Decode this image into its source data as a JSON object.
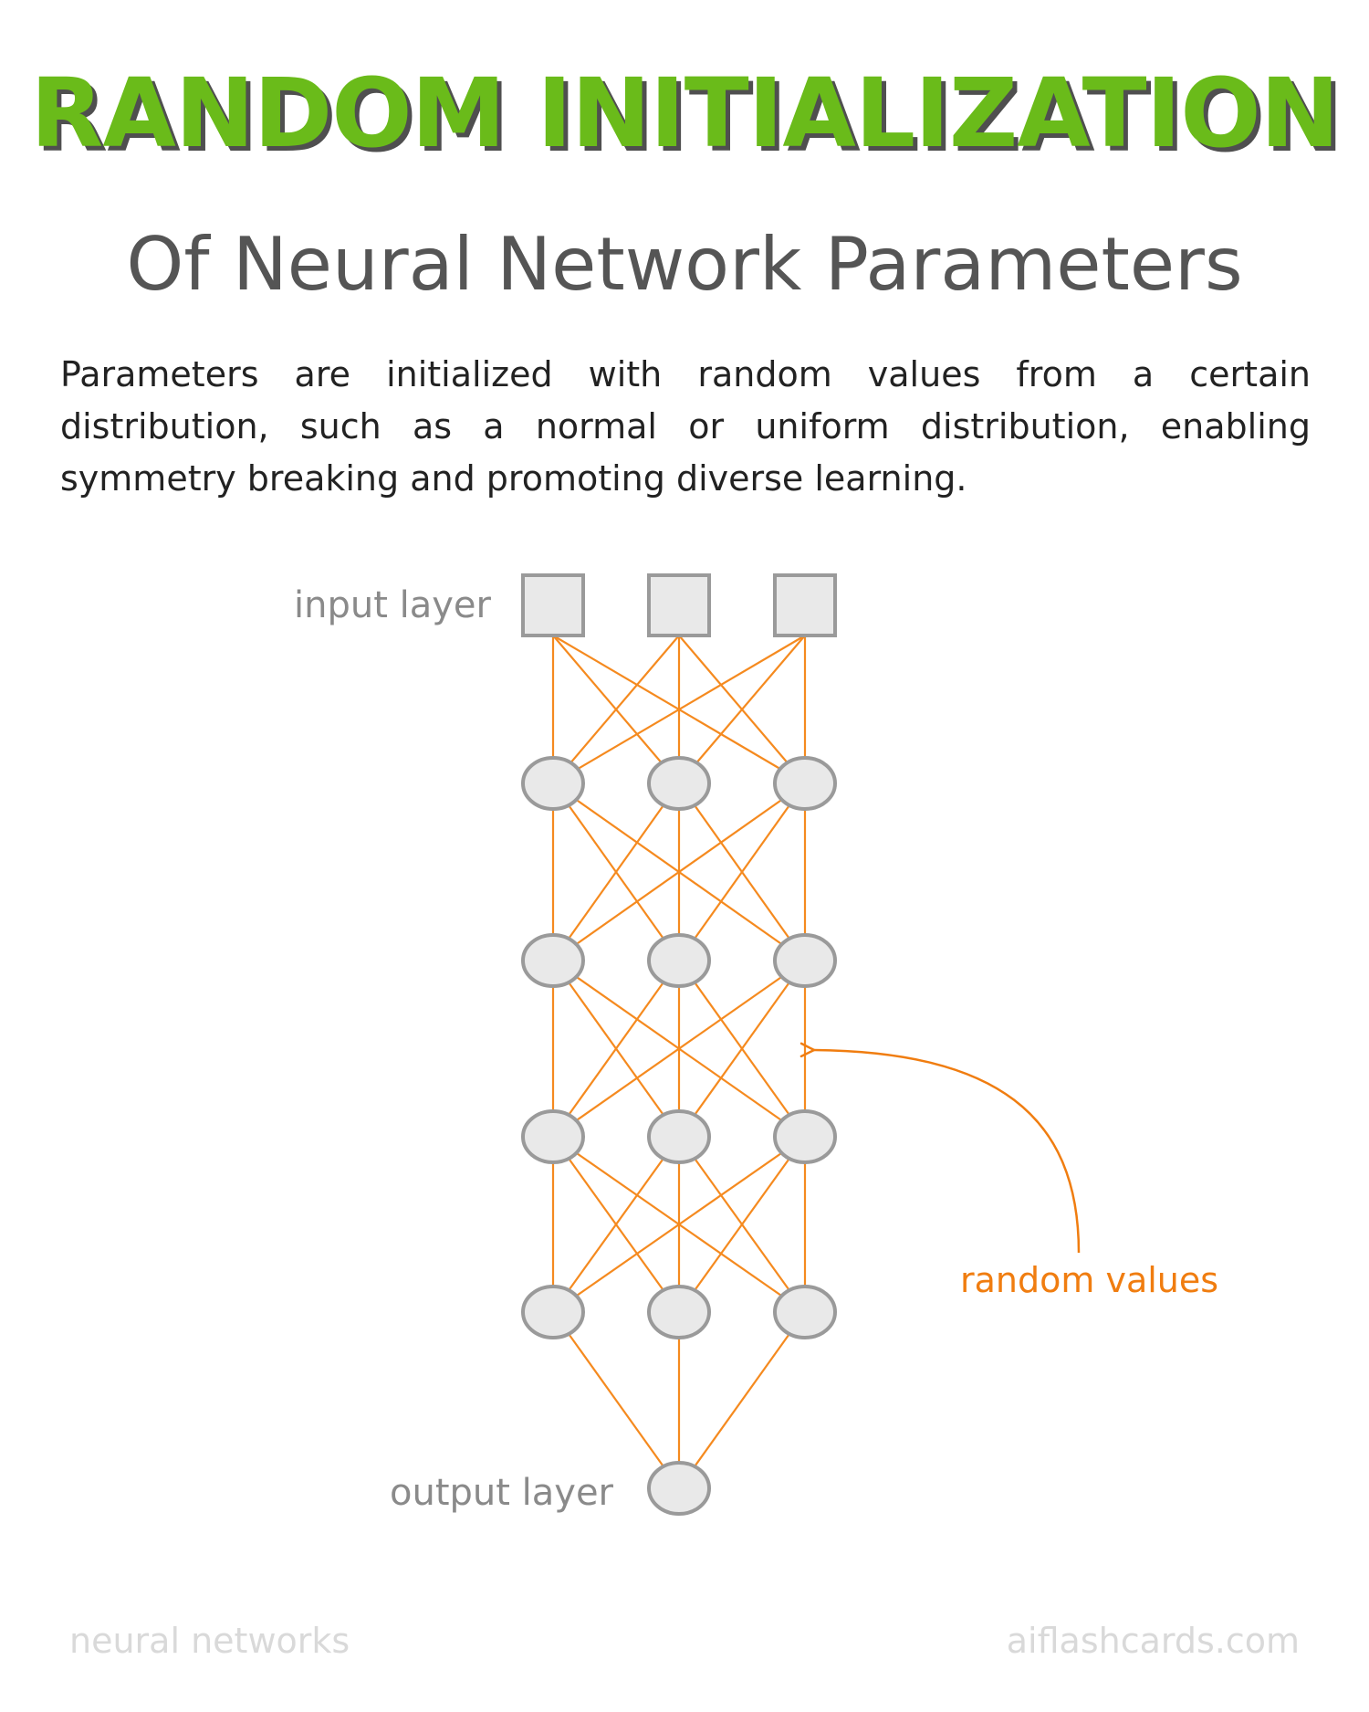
{
  "title": "RANDOM INITIALIZATION",
  "subtitle": "Of Neural Network Parameters",
  "description": "Parameters are initialized with random values from a certain distribution, such as a normal or uniform distribution, enabling symmetry breaking and promoting diverse learning.",
  "diagram": {
    "input_label": "input layer",
    "output_label": "output layer",
    "annotation": "random values",
    "layers": [
      3,
      3,
      3,
      3,
      3,
      1
    ],
    "colors": {
      "connection": "#f58a1f",
      "node_fill": "#e9e9e9",
      "node_stroke": "#9a9a9a",
      "annotation": "#f07d10"
    }
  },
  "footer": {
    "topic": "neural networks",
    "site": "aiflashcards.com"
  },
  "colors": {
    "title": "#6abb1a",
    "title_shadow": "#4f4f4f",
    "subtitle": "#555555"
  }
}
